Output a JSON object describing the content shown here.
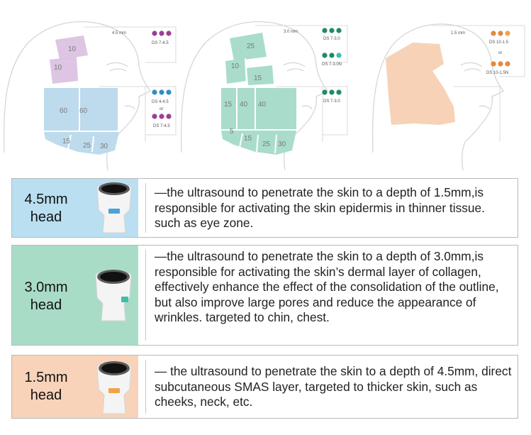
{
  "faces": [
    {
      "depth": "4.5 mm",
      "color": "#b9d9ec",
      "eye_color": "#d9bfe0",
      "zones": {
        "forehead": "10",
        "temple": "10",
        "cheek_left": "60",
        "cheek_right": "60",
        "neck": [
          "15",
          "25",
          "30"
        ]
      },
      "cartridges": [
        {
          "dots": "#9c3f95",
          "code": "DS 7-4.5"
        },
        {
          "dots": "#2f8fc6",
          "code": "DS 4-4.5"
        },
        {
          "dots": "#9c3f95",
          "code": "DS 7-4.5"
        }
      ],
      "or_text": "or"
    },
    {
      "depth": "3.0 mm",
      "color": "#a9dccb",
      "eye_color": "#a9dccb",
      "zones": {
        "forehead": "25",
        "temple": "10",
        "eye": "15",
        "cheek_1": "15",
        "cheek_2": "40",
        "cheek_3": "40",
        "neck": [
          "5",
          "15",
          "25",
          "30"
        ]
      },
      "cartridges": [
        {
          "dots": "#1f8a6a",
          "code": "DS 7-3.0"
        },
        {
          "dots": "#1f8a6a",
          "code": "DS 7-3.0N"
        },
        {
          "dots": "#1f8a6a",
          "code": "DS 7-3.0"
        }
      ]
    },
    {
      "depth": "1.5 mm",
      "color": "#f7d2b7",
      "eye_color": "#f7d2b7",
      "cartridges": [
        {
          "dots": "#e48a3a",
          "code": "DS 10-1.5"
        },
        {
          "dots": "#e48a3a",
          "code": "DS 10-1.5N"
        }
      ],
      "or_text": "or"
    }
  ],
  "rows": [
    {
      "title_line1": "4.5mm",
      "title_line2": "head",
      "label_color": "#b9dff0",
      "tag_color": "#4aa3d6",
      "description": "—the ultrasound to penetrate the skin to a depth of 1.5mm,is responsible for activating the skin epidermis in thinner tissue. such as eye zone."
    },
    {
      "title_line1": "3.0mm",
      "title_line2": "head",
      "label_color": "#a9dcc7",
      "tag_color": "#3fbfa6",
      "description": "—the ultrasound to penetrate the skin to a depth of 3.0mm,is responsible for activating the skin’s dermal layer of collagen, effectively enhance the effect of the consolidation of the outline, but also improve large pores and reduce the appearance of wrinkles. targeted to chin, chest."
    },
    {
      "title_line1": "1.5mm",
      "title_line2": "head",
      "label_color": "#f8d3b9",
      "tag_color": "#f0a24a",
      "description": "— the ultrasound to penetrate the skin to a depth of 4.5mm, direct subcutaneous SMAS layer, targeted to thicker skin, such as cheeks, neck, etc."
    }
  ]
}
